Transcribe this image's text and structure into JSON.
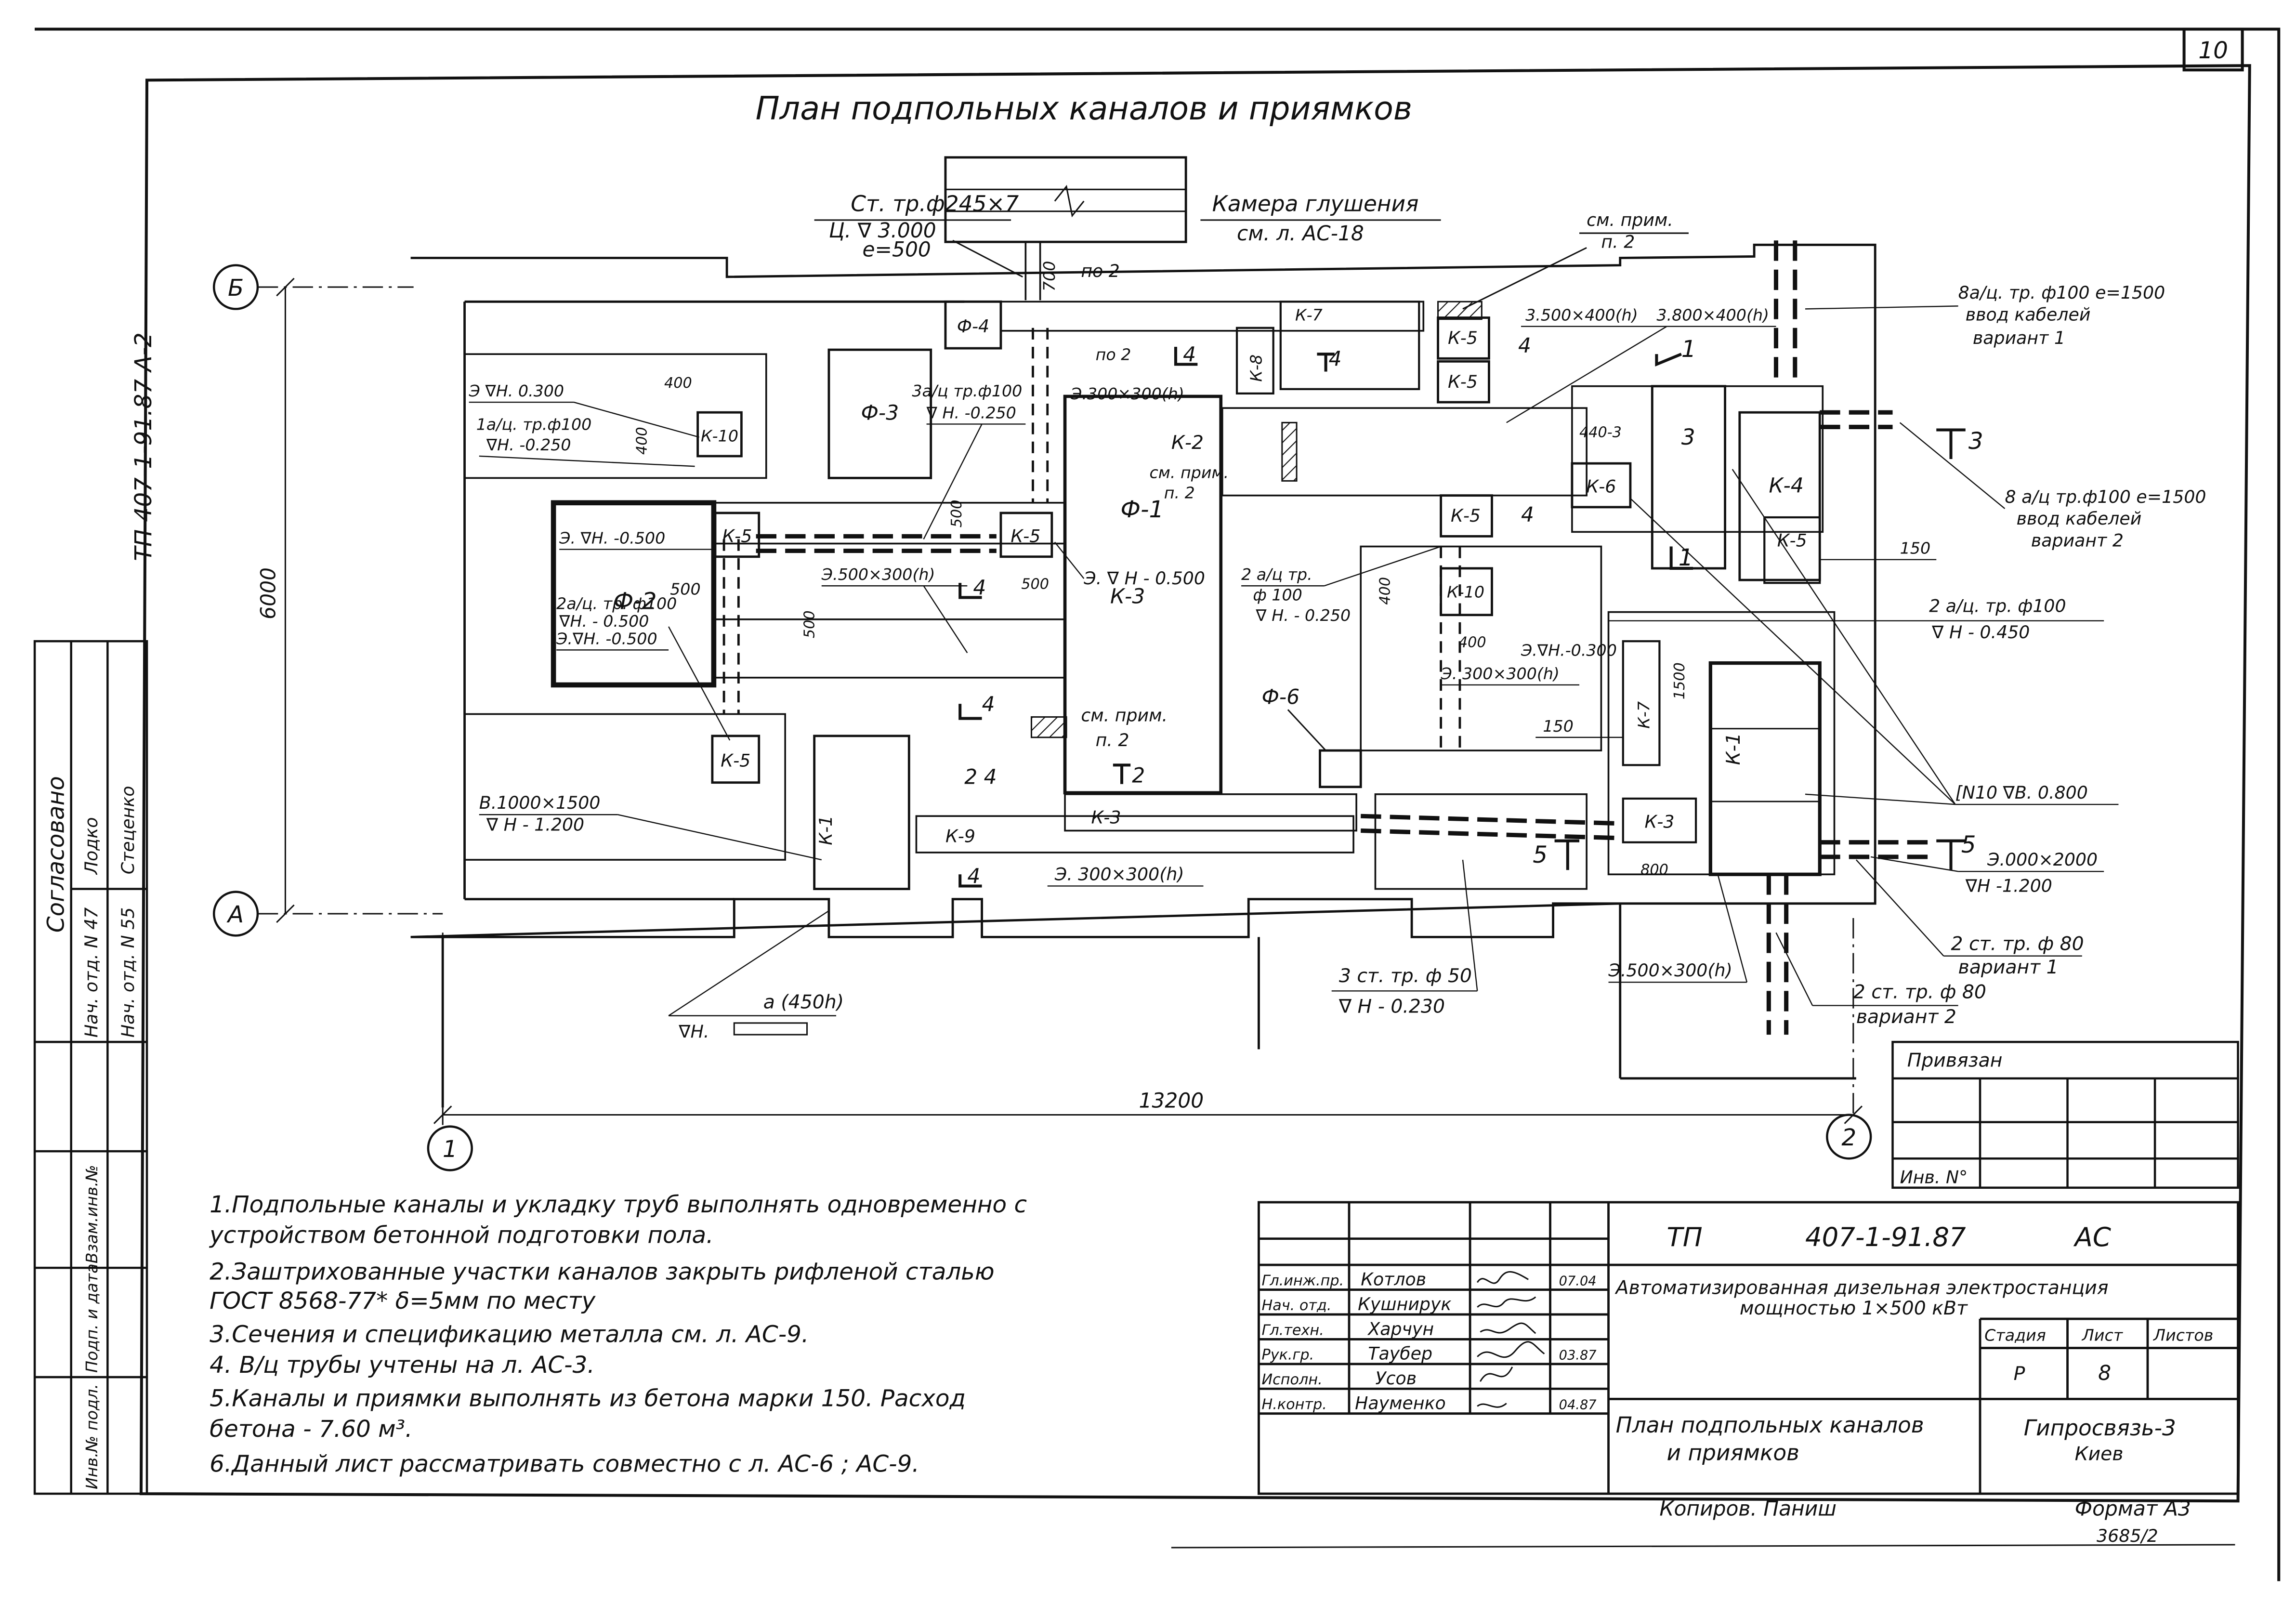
{
  "sheet": {
    "number": "10",
    "format": "Формат А3",
    "copy": "Копиров. Паниш",
    "archive": "3685/2"
  },
  "title": "План подпольных каналов и приямков",
  "left_code": "ТП 407-1-91.87  А-2",
  "axes": {
    "b": "Б",
    "a": "А",
    "one": "1",
    "two": "2",
    "dim_6000": "6000",
    "dim_13200": "13200"
  },
  "rooms": {
    "f1": "Ф-1",
    "f2": "Ф-2",
    "f3": "Ф-3",
    "f4": "Ф-4",
    "f6": "Ф-6",
    "k1": "К-1",
    "k2": "К-2",
    "k3": "К-3",
    "k4": "К-4",
    "k5": "К-5",
    "k6": "К-6",
    "k7": "К-7",
    "k8": "К-8",
    "k9": "К-9",
    "k10": "К-10"
  },
  "labels": {
    "pipe_top_1": "Ст. тр.ф245×7",
    "pipe_top_2": "Ц. ∇ 3.000",
    "pipe_top_3": "е=500",
    "chamber_1": "Камера глушения",
    "chamber_2": "см. л. АС-18",
    "po2": "по 2",
    "see_note_1": "см. прим.",
    "see_note_2": "п. 2",
    "ch_3500x400": "3.500×400(h)",
    "ch_3800x400": "3.800×400(h)",
    "in_v1_1": "8а/ц. тр. ф100 е=1500",
    "in_v1_2": "ввод кабелей",
    "in_v1_3": "вариант 1",
    "in_v2_1": "8 а/ц тр.ф100 е=1500",
    "in_v2_2": "ввод кабелей",
    "in_v2_3": "вариант 2",
    "e_h0300": "Э ∇Н. 0.300",
    "p1": "1а/ц. тр.ф100",
    "p1b": "∇Н. -0.250",
    "p3": "3а/ц тр.ф100",
    "p3b": "∇ Н. -0.250",
    "e_300x300": "Э.300×300(h)",
    "e_h0500": "Э. ∇Н. -0.500",
    "e_3500x300": "Э.500×300(h)",
    "e_v_h0500": "Э. ∇ Н - 0.500",
    "p2": "2а/ц. тр. ф100",
    "p2b": "∇Н. - 0.500",
    "p2c": "Э.∇Н. -0.500",
    "p2m_1": "2 а/ц тр.",
    "p2m_2": "ф 100",
    "p2m_3": "∇ Н. - 0.250",
    "k10b_1": "Э.∇Н.-0.300",
    "k10b_2": "Э. 300×300(h)",
    "p2r_1": "2 а/ц. тр. ф100",
    "p2r_2": "∇ Н - 0.450",
    "v_1000x1500": "В.1000×1500",
    "v_h1200": "∇ Н - 1.200",
    "k9_e": "Э. 300×300(h)",
    "sn10": "[N10 ∇В. 0.800",
    "e_3000x2000": "Э.000×2000",
    "e_3000_h": "∇Н -1.200",
    "st80_1": "2 ст. тр. ф 80",
    "st80_1b": "вариант 1",
    "st80_2": "2 ст. тр. ф 80",
    "st80_2b": "вариант 2",
    "st50_1": "3 ст. тр. ф 50",
    "st50_2": "∇ Н - 0.230",
    "e_500x300": "Э.500×300(h)",
    "pit_1": "а (450h)",
    "pit_2": "∇Н.",
    "d400": "400",
    "d500": "500",
    "d150": "150",
    "d1500": "1500",
    "d800": "800",
    "d700": "700",
    "d440": "440-3"
  },
  "notes": [
    "1.Подпольные каналы и укладку труб выполнять одновременно с",
    "устройством бетонной подготовки пола.",
    "2.Заштрихованные участки каналов закрыть рифленой сталью",
    "ГОСТ 8568-77* δ=5мм по месту",
    "3.Сечения и спецификацию металла см. л. АС-9.",
    "4. В/ц трубы учтены на л. АС-3.",
    "5.Каналы и приямки выполнять из бетона марки 150. Расход",
    "бетона - 7.60 м³.",
    "6.Данный лист рассматривать совместно с л. АС-6 ; АС-9."
  ],
  "approval": {
    "title": "Согласовано",
    "rows": [
      {
        "who": "Нач. отд. N 47",
        "name": "Лодко"
      },
      {
        "who": "Нач. отд. N 55",
        "name": "Стеценко"
      }
    ],
    "side_1": "Взам.инв.№",
    "side_2": "Подп. и дата",
    "side_3": "Инв.№ подл."
  },
  "stamp": {
    "privyazan": "Привязан",
    "inv_no": "Инв. N°",
    "code": "ТП",
    "number": "407-1-91.87",
    "mark": "АС",
    "object_1": "Автоматизированная дизельная электростанция",
    "object_2": "мощностью 1×500 кВт",
    "stage_h": "Стадия",
    "sheet_h": "Лист",
    "sheets_h": "Листов",
    "stage": "Р",
    "sheet": "8",
    "drawing_1": "План подпольных каналов",
    "drawing_2": "и приямков",
    "org_1": "Гипросвязь-3",
    "org_2": "Киев",
    "people": [
      {
        "role": "Гл.инж.пр.",
        "name": "Котлов",
        "date": "07.04"
      },
      {
        "role": "Нач. отд.",
        "name": "Кушнирук",
        "date": ""
      },
      {
        "role": "Гл.техн.",
        "name": "Харчун",
        "date": ""
      },
      {
        "role": "Рук.гр.",
        "name": "Таубер",
        "date": "03.87"
      },
      {
        "role": "Исполн.",
        "name": "Усов",
        "date": ""
      },
      {
        "role": "Н.контр.",
        "name": "Науменко",
        "date": "04.87"
      }
    ]
  }
}
